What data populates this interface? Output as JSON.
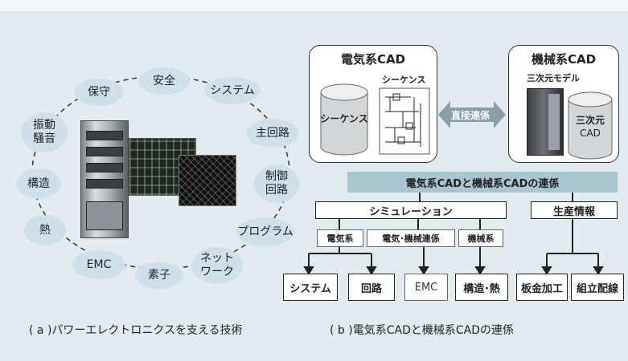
{
  "left_panel": {
    "ring_nodes": [
      "安全",
      "システム",
      "主回路",
      "制御\n回路",
      "プログラム",
      "ネット\nワーク",
      "素子",
      "EMC",
      "熱",
      "構造",
      "振動\n騒音",
      "保守"
    ],
    "caption": "( a )パワーエレクトロニクスを支える技術"
  },
  "right_panel": {
    "electrical_cad": {
      "title": "電気系CAD",
      "cylinder_label": "シーケンス",
      "diagram_label": "シーケンス"
    },
    "link_label": "直接連係",
    "mechanical_cad": {
      "title": "機械系CAD",
      "model_label": "三次元モデル",
      "cylinder_label_1": "三次元",
      "cylinder_label_2": "CAD"
    },
    "banner": "電気系CADと機械系CADの連係",
    "simulation": {
      "title": "シミュレーション",
      "tags": [
        "電気系",
        "電気･機械連係",
        "機械系"
      ]
    },
    "production": {
      "title": "生産情報"
    },
    "leaves": [
      "システム",
      "回路",
      "EMC",
      "構造･熱",
      "板金加工",
      "組立配線"
    ],
    "caption": "( b )電気系CADと機械系CADの連係"
  },
  "colors": {
    "background": "#e2ebf0",
    "node_fill": "#cfe0ea",
    "banner_fill": "#a9c6d0",
    "arrow_fill": "#8a9ea8"
  }
}
